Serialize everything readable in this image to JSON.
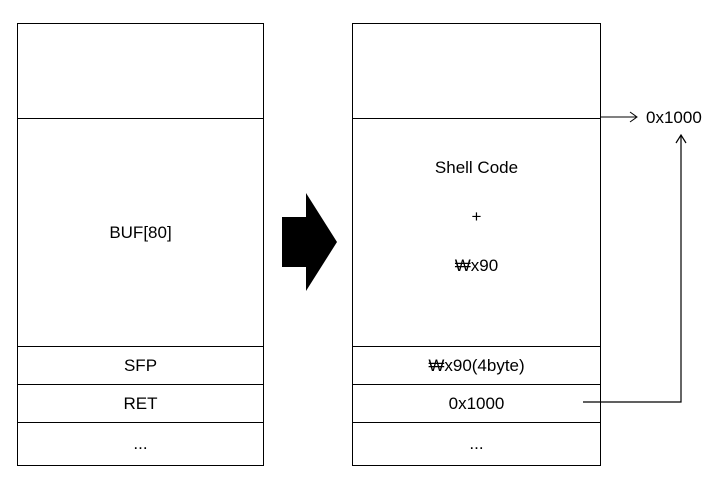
{
  "left_stack": {
    "buf": "BUF[80]",
    "sfp": "SFP",
    "ret": "RET",
    "more": "..."
  },
  "right_stack": {
    "shellcode": "Shell Code",
    "plus": "+",
    "nop": "₩x90",
    "sfp_fill": "₩x90(4byte)",
    "ret_value": "0x1000",
    "more": "..."
  },
  "target_address": "0x1000"
}
